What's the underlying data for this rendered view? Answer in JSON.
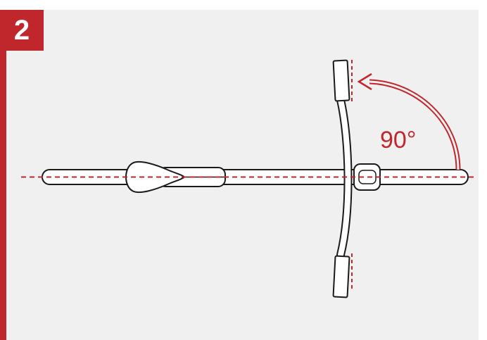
{
  "step": {
    "number": "2"
  },
  "diagram": {
    "angle_label": "90°"
  },
  "colors": {
    "accent": "#c0272d",
    "stroke": "#1a1a1a",
    "background": "#f0f0f0",
    "fill": "#ffffff"
  },
  "icons": {
    "rotation_arrow": "curved-arrow-counterclockwise"
  }
}
